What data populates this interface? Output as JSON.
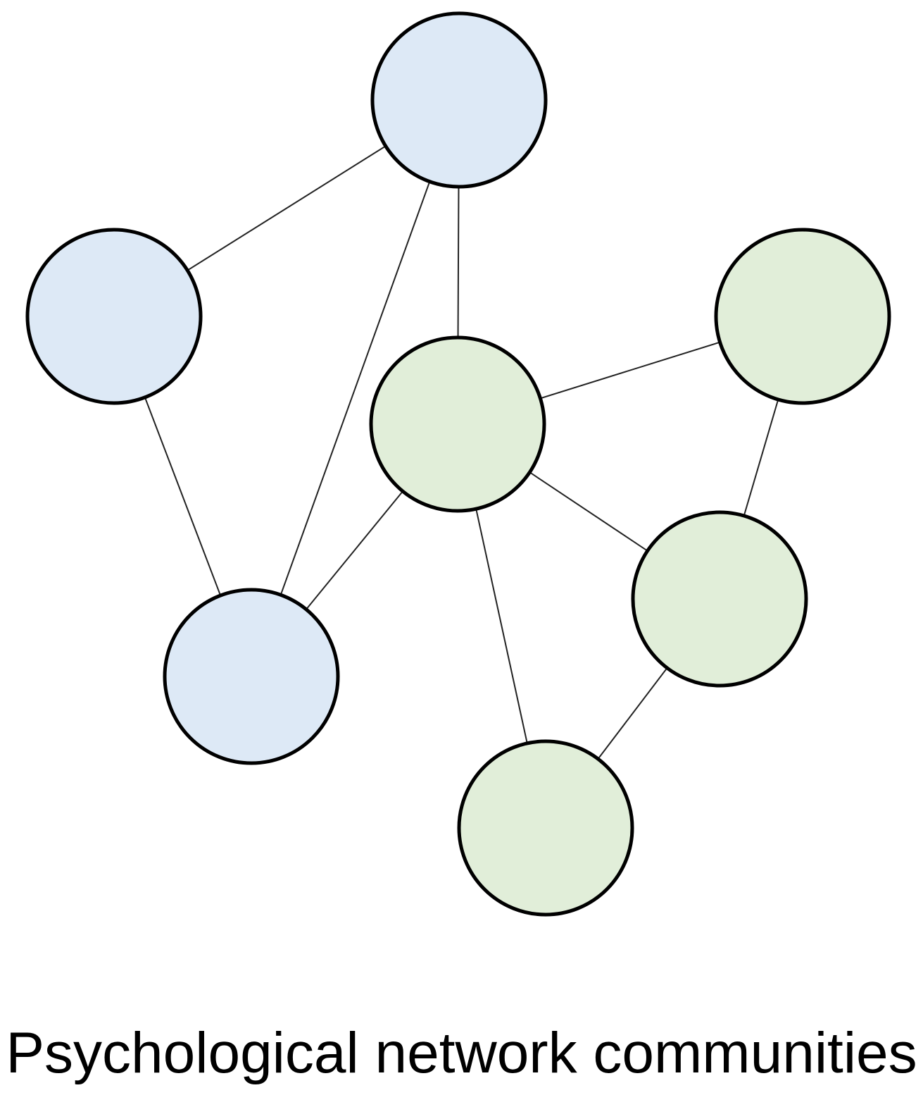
{
  "caption": "Psychological network communities",
  "communities": [
    {
      "name": "community-a",
      "color": "#dde9f6",
      "nodes": [
        "n1",
        "n2",
        "n3"
      ]
    },
    {
      "name": "community-b",
      "color": "#e1eed9",
      "nodes": [
        "n4",
        "n5",
        "n6",
        "n7"
      ]
    }
  ],
  "edges": [
    [
      "n1",
      "n2"
    ],
    [
      "n1",
      "n3"
    ],
    [
      "n1",
      "n4"
    ],
    [
      "n2",
      "n3"
    ],
    [
      "n3",
      "n4"
    ],
    [
      "n4",
      "n5"
    ],
    [
      "n4",
      "n6"
    ],
    [
      "n4",
      "n7"
    ],
    [
      "n5",
      "n6"
    ],
    [
      "n6",
      "n7"
    ]
  ],
  "node_stroke_color": "#000000",
  "edge_color": "#222222",
  "background_color": "#ffffff"
}
